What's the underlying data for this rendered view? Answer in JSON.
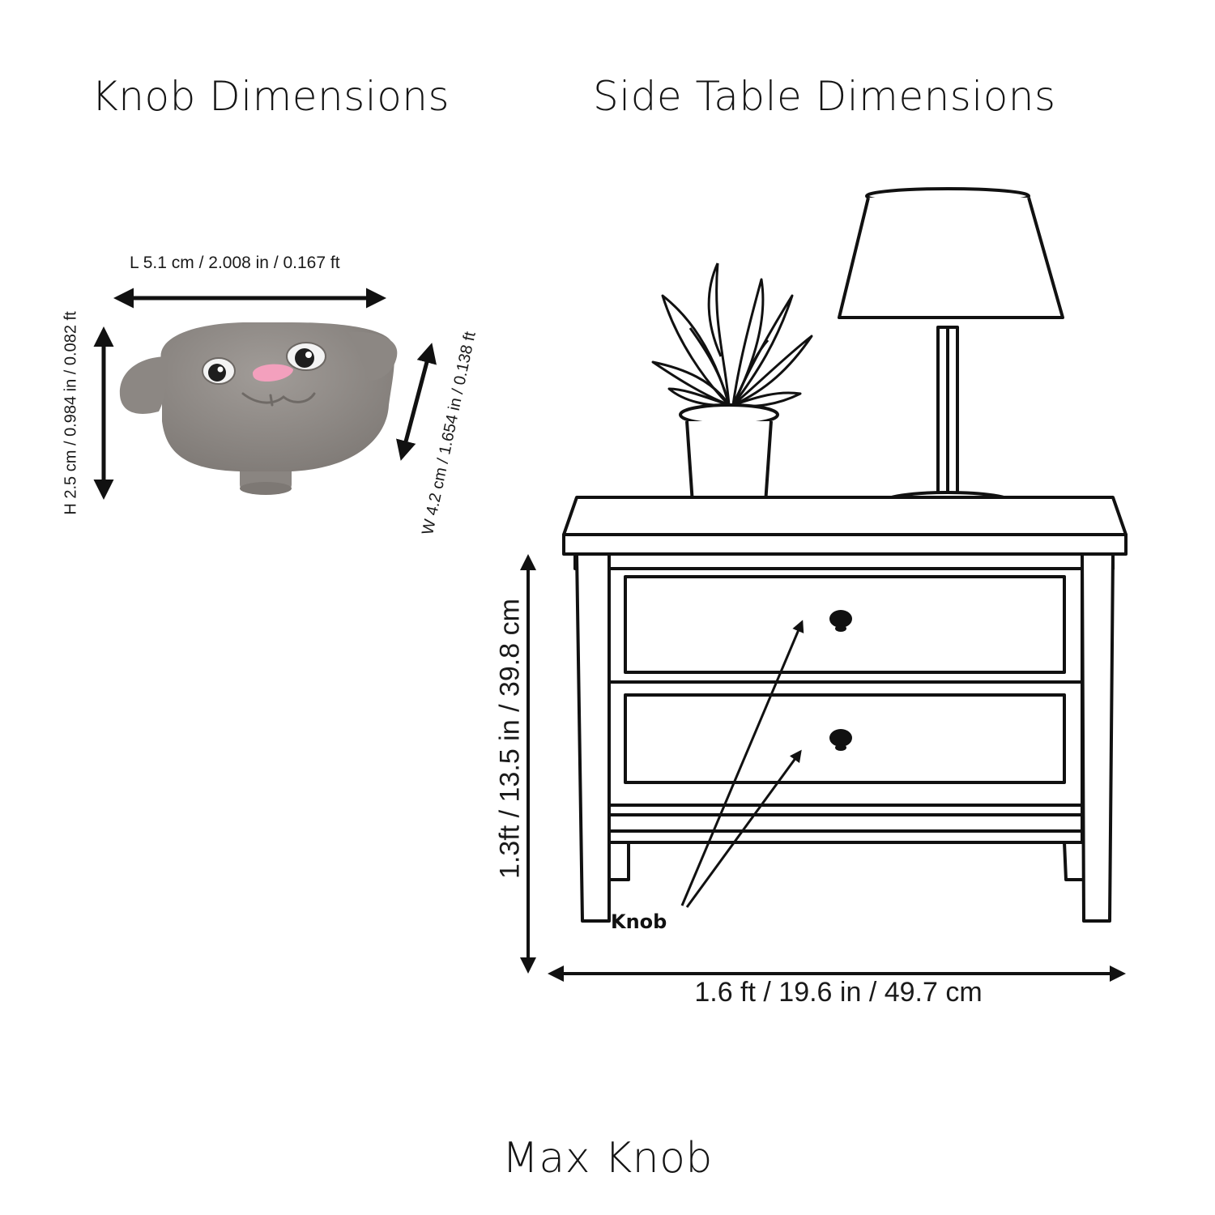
{
  "headings": {
    "knob": "Knob Dimensions",
    "table": "Side Table Dimensions"
  },
  "knob_dimensions": {
    "length": "L 5.1 cm / 2.008 in / 0.167 ft",
    "height": "H 2.5 cm / 0.984 in / 0.082 ft",
    "width": "W 4.2 cm / 1.654 in / 0.138 ft"
  },
  "table_dimensions": {
    "height": "1.3ft / 13.5 in / 39.8 cm",
    "width": "1.6 ft / 19.6 in / 49.7 cm"
  },
  "callout": {
    "label": "Knob"
  },
  "footer": {
    "title": "Max Knob"
  },
  "colors": {
    "knob_body": "#8f8a86",
    "knob_nose": "#f3a0bd",
    "line_art": "#111111"
  }
}
